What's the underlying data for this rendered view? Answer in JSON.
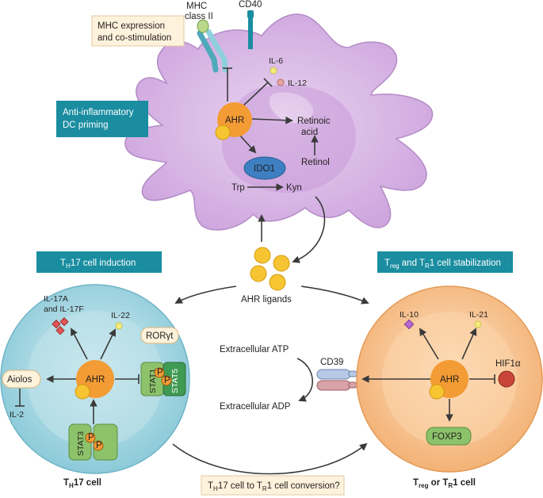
{
  "dc": {
    "mhc_label_1": "MHC",
    "mhc_label_2": "class II",
    "cd40_label": "CD40",
    "mhc_box_line1": "MHC expression",
    "mhc_box_line2": "and co-stimulation",
    "anti_box_line1": "Anti-inflammatory",
    "anti_box_line2": "DC priming",
    "ahr": "AHR",
    "il6": "IL-6",
    "il12": "IL-12",
    "retinoic_1": "Retinoic",
    "retinoic_2": "acid",
    "retinol": "Retinol",
    "ido1": "IDO1",
    "trp": "Trp",
    "kyn": "Kyn"
  },
  "ligands": {
    "label": "AHR ligands"
  },
  "th17": {
    "header_main": "T",
    "header_sub": "H",
    "header_rest": "17 cell induction",
    "il17_1": "IL-17A",
    "il17_2": "and IL-17F",
    "il22": "IL-22",
    "rorgt": "RORγt",
    "ahr": "AHR",
    "aiolos": "Aiolos",
    "il2": "IL-2",
    "stat1": "STAT1",
    "stat5": "STAT5",
    "stat3": "STAT3",
    "p": "P",
    "caption_main": "T",
    "caption_sub": "H",
    "caption_rest": "17 cell"
  },
  "middle": {
    "atp": "Extracellular ATP",
    "adp": "Extracellular ADP",
    "cd39": "CD39"
  },
  "treg": {
    "header_t1": "T",
    "header_sub1": "reg",
    "header_mid": " and T",
    "header_sub2": "R",
    "header_rest": "1 cell stabilization",
    "il10": "IL-10",
    "il21": "IL-21",
    "ahr": "AHR",
    "hif": "HIF1α",
    "foxp3": "FOXP3",
    "caption_t1": "T",
    "caption_sub1": "reg",
    "caption_mid": " or T",
    "caption_sub2": "R",
    "caption_rest": "1 cell"
  },
  "conversion": {
    "t1": "T",
    "sub1": "H",
    "mid": "17 cell to T",
    "sub2": "R",
    "rest": "1 cell conversion?"
  },
  "colors": {
    "dc_fill": "#d9b7e6",
    "th17_fill": "#a9d6e2",
    "treg_fill": "#f6c592",
    "ahr_fill": "#f39b34",
    "ligand_fill": "#f7c531",
    "teal_box": "#1a8da0",
    "stat_green": "#8cc26a",
    "stat5_green": "#3f9a53",
    "ido_blue": "#3d7fc1"
  }
}
